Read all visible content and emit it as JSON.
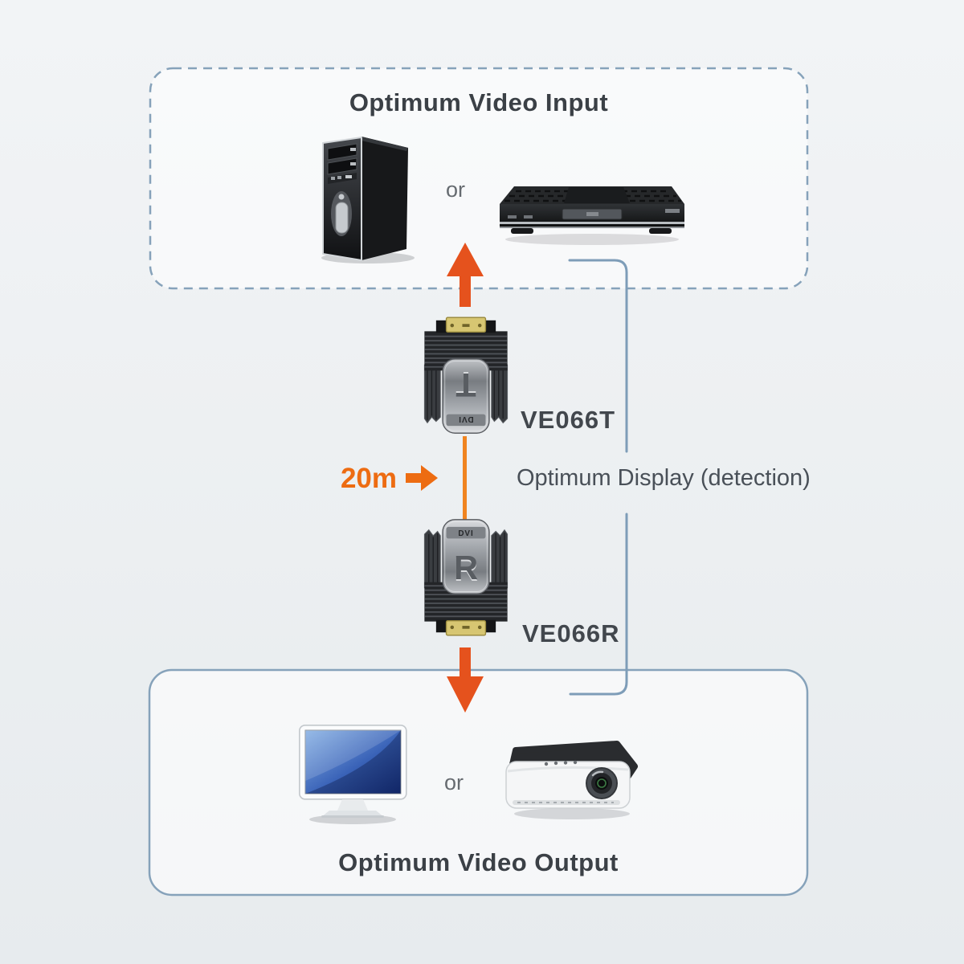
{
  "diagram": {
    "input_box": {
      "title": "Optimum Video Input",
      "or_label": "or"
    },
    "output_box": {
      "title": "Optimum Video Output",
      "or_label": "or"
    },
    "transmitter": {
      "label": "VE066T",
      "letter": "T",
      "logo": "DVI"
    },
    "receiver": {
      "label": "VE066R",
      "letter": "R",
      "logo": "DVI"
    },
    "link": {
      "distance_label": "20m",
      "detection_label": "Optimum Display (detection)"
    }
  },
  "icons": {
    "input_devices": [
      "pc-tower-icon",
      "dvd-player-icon"
    ],
    "extenders": [
      "dvi-transmitter-icon",
      "dvi-receiver-icon"
    ],
    "output_devices": [
      "monitor-icon",
      "projector-icon"
    ],
    "arrows": [
      "up-arrow-icon",
      "down-arrow-icon",
      "right-arrow-icon"
    ]
  },
  "colors": {
    "arrow_orange": "#e5521d",
    "cable_orange": "#f08420",
    "distance_orange": "#ed6c12",
    "line_blue": "#86a2ba",
    "bracket_blue": "#7e9db8",
    "title_text": "#3b4046",
    "secondary_text": "#666b70",
    "background": "#edf0f2"
  }
}
